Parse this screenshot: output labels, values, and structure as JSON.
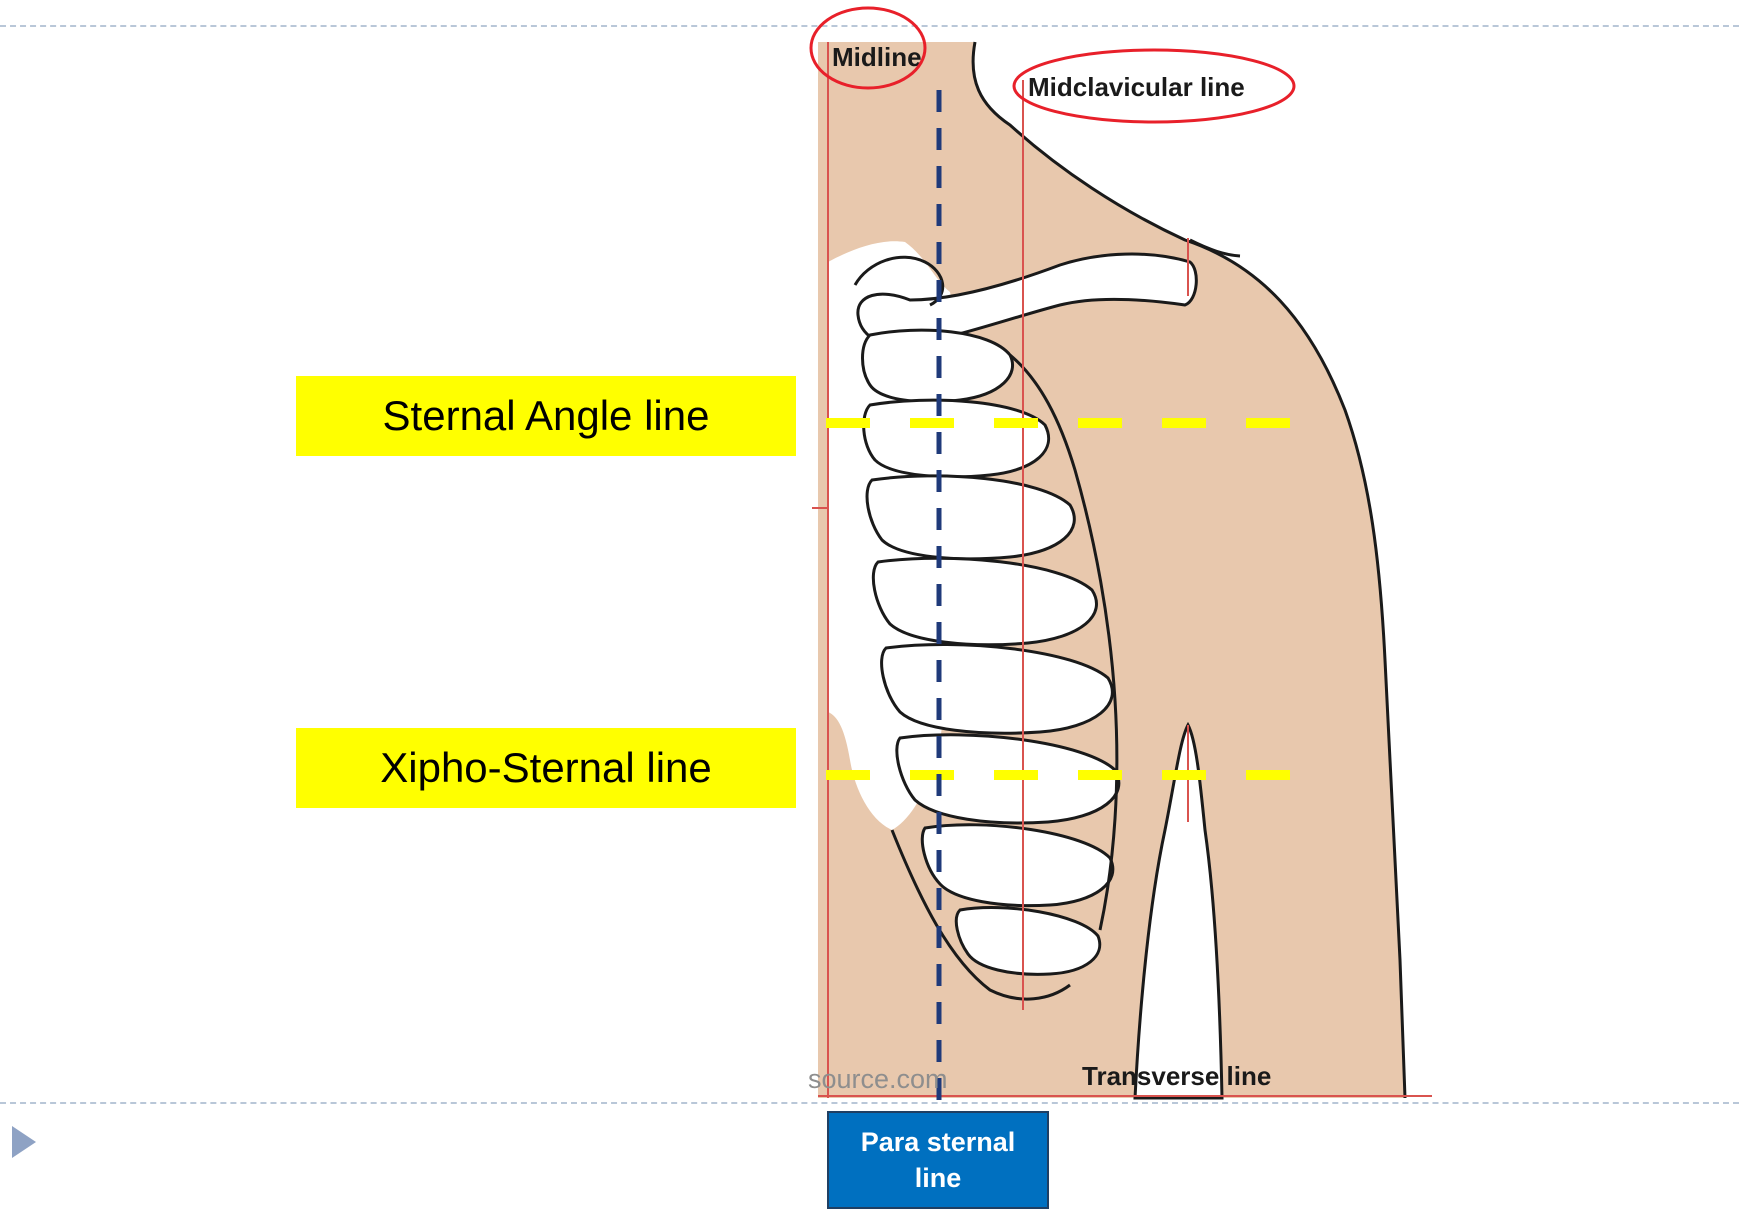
{
  "diagram": {
    "labels": {
      "midline": "Midline",
      "midclavicular": "Midclavicular line",
      "transverse": "Transverse line",
      "watermark": "source.com"
    },
    "callouts": {
      "sternal_angle": "Sternal Angle line",
      "xipho_sternal": "Xipho-Sternal line",
      "para_sternal": "Para sternal line"
    },
    "colors": {
      "skin": "#e8c8ad",
      "reference_line": "#d9534f",
      "highlight_circle": "#e8202a",
      "callout_fill": "#ffff00",
      "dashed_yellow": "#ffff00",
      "para_sternal_dash": "#1f3a7a",
      "para_box_fill": "#0070c0",
      "slide_rule": "#b9c7d8"
    },
    "icons": {
      "slide_marker": "play-triangle-icon"
    }
  }
}
